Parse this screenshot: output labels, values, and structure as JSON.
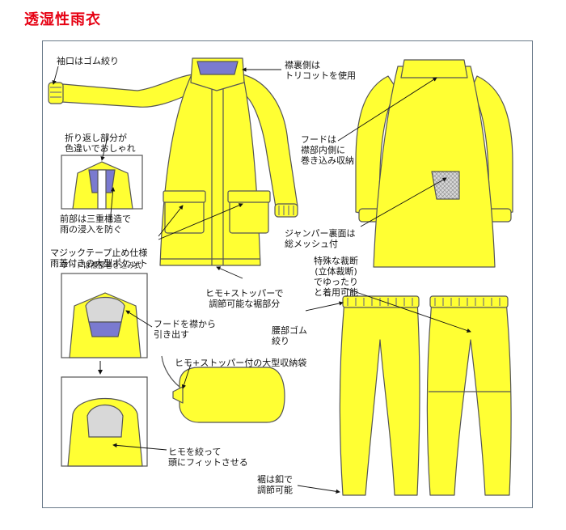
{
  "title": "透湿性雨衣",
  "colors": {
    "title_red": "#e60012",
    "garment_yellow": "#ffff33",
    "collar_lining_purple": "#7a7ad0",
    "outline": "#555555",
    "frame_border": "#6a7a8a",
    "zipper_orange": "#f08020"
  },
  "labels": {
    "cuff": "袖口はゴム絞り",
    "collar_lining": [
      "襟裏側は",
      "トリコットを使用"
    ],
    "fold_color": [
      "折り返し部分が",
      "色違いでおしゃれ"
    ],
    "triple_front": [
      "前部は三重構造で",
      "雨の浸入を防ぐ"
    ],
    "pockets": [
      "マジックテープ止め仕様",
      "雨蓋付きの大型ポケット"
    ],
    "hood_stowed": [
      "フードは",
      "襟部内側に",
      "巻き込み収納"
    ],
    "mesh_lining": [
      "ジャンパー裏面は",
      "総メッシュ付"
    ],
    "hem_cord": [
      "ヒモ+ストッパーで",
      "調節可能な裾部分"
    ],
    "special_cut": [
      "特殊な裁断",
      "(立体裁断)",
      "でゆったり",
      "と着用可能"
    ],
    "waist": [
      "腰部ゴム",
      "絞り"
    ],
    "hood_in_collar": "フードは襟部巻き込み式",
    "pull_hood": [
      "フードを襟から",
      "引き出す"
    ],
    "storage_bag": "ヒモ+ストッパー付の大型収納袋",
    "hood_fit": [
      "ヒモを絞って",
      "頭にフィットさせる"
    ],
    "hem_button": [
      "裾は釦で",
      "調節可能"
    ]
  }
}
